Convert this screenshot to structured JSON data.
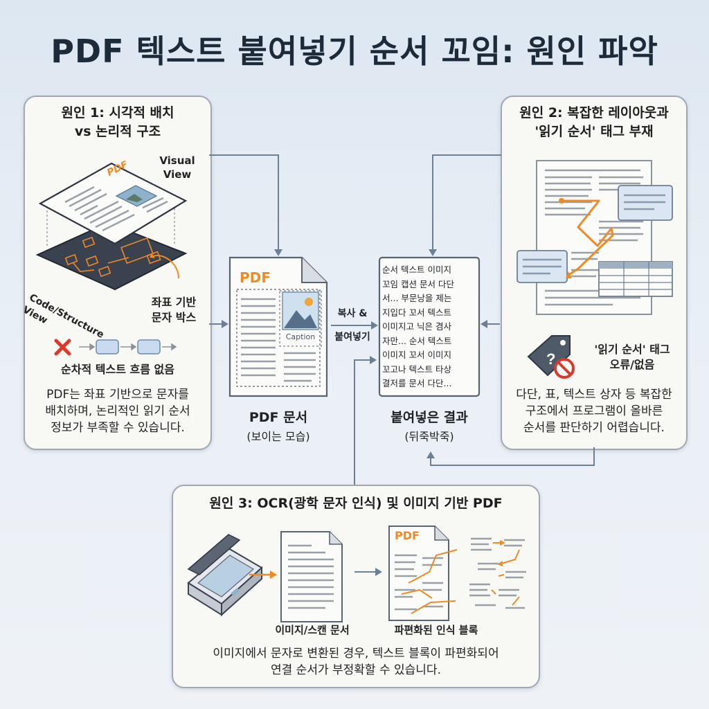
{
  "title": "PDF 텍스트 붙여넣기 순서 꼬임: 원인 파악",
  "cause1": {
    "title_line1": "원인 1: 시각적 배치",
    "title_line2": "vs 논리적 구조",
    "visual_label_line1": "Visual",
    "visual_label_line2": "View",
    "pdf_label": "PDF",
    "code_label_line1": "Code/Structure",
    "code_label_line2": "View",
    "coord_label_line1": "좌표 기반",
    "coord_label_line2": "문자 박스",
    "no_flow_label": "순차적 텍스트 흐름 없음",
    "desc_line1": "PDF는 좌표 기반으로 문자를",
    "desc_line2": "배치하며, 논리적인 읽기 순서",
    "desc_line3": "정보가 부족할 수 있습니다."
  },
  "center": {
    "pdf_badge": "PDF",
    "caption": "Caption",
    "pdf_doc_label": "PDF 문서",
    "pdf_doc_sub": "(보이는 모습)",
    "copy_label_line1": "복사 &",
    "copy_label_line2": "붙여넣기",
    "result_lines": [
      "순서 텍스트 이미지",
      "꼬임 캡션 문서 다단",
      "서... 부문낭을 제는",
      "지입다 꼬서 텍스트",
      "이미지고 닉은 겸사",
      "자만... 순서 텍스트",
      "이미지 꼬서 이미지",
      "꼬고나 텍스트 타상",
      "결저를 문서 다단..."
    ],
    "result_label": "붙여넣은 결과",
    "result_sub": "(뒤죽박죽)"
  },
  "cause2": {
    "title_line1": "원인 2: 복잡한 레이아웃과",
    "title_line2": "'읽기 순서' 태그 부재",
    "tag_label_line1": "'읽기 순서' 태그",
    "tag_label_line2": "오류/없음",
    "tag_symbol": "?",
    "desc_line1": "다단, 표, 텍스트 상자 등 복잡한",
    "desc_line2": "구조에서 프로그램이 올바른",
    "desc_line3": "순서를 판단하기 어렵습니다."
  },
  "cause3": {
    "title": "원인 3: OCR(광학 문자 인식) 및 이미지 기반 PDF",
    "scan_label": "이미지/스캔 문서",
    "pdf_badge": "PDF",
    "fragment_label": "파편화된 인식 블록",
    "desc_line1": "이미지에서 문자로 변환된 경우, 텍스트 블록이 파편화되어",
    "desc_line2": "연결 순서가 부정확할 수 있습니다."
  },
  "colors": {
    "accent_orange": "#f08a24",
    "red_x": "#d93a2b",
    "arrow_gray": "#6b7f95",
    "dark_layer": "#3a4250"
  }
}
